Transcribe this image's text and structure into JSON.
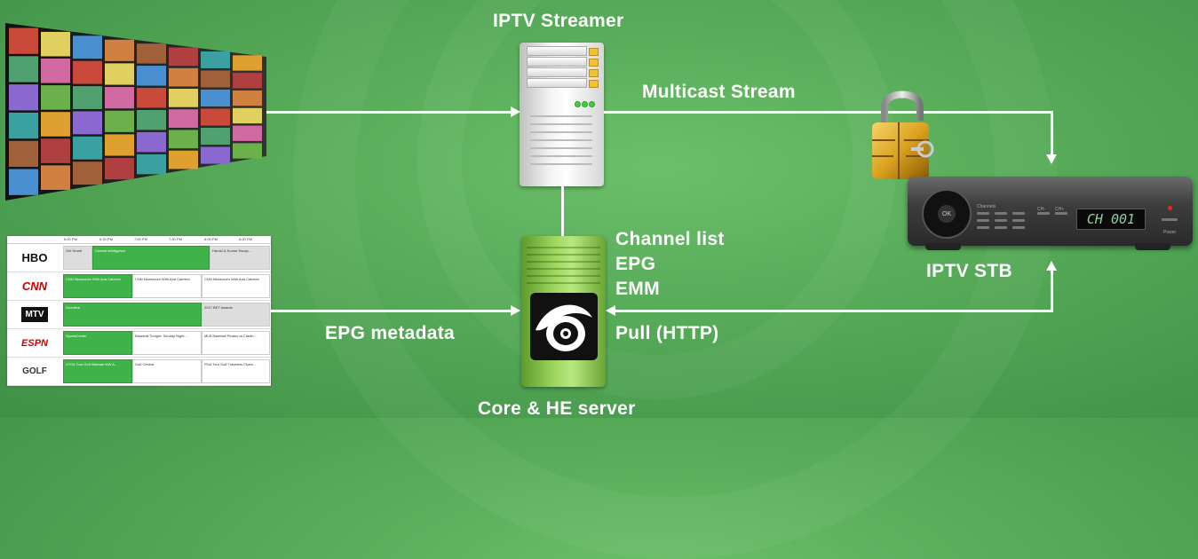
{
  "labels": {
    "streamer": "IPTV Streamer",
    "multicast": "Multicast Stream",
    "channel_list": "Channel list",
    "epg": "EPG",
    "emm": "EMM",
    "epg_metadata": "EPG metadata",
    "pull": "Pull (HTTP)",
    "stb": "IPTV STB",
    "core": "Core & HE server"
  },
  "epg_grid": {
    "times": [
      "6:00 PM",
      "6:30 PM",
      "7:00 PM",
      "7:30 PM",
      "8:00 PM",
      "8:30 PM"
    ],
    "channels": [
      {
        "logo": "HBO",
        "programs": [
          "Get Smart",
          "Central Intelligence",
          "Harold & Kumar Escap..."
        ]
      },
      {
        "logo": "CNN",
        "programs": [
          "CNN Newsroom With Ana Cabrera",
          "CNN Newsroom With Ana Cabrera",
          "CNN Newsroom With Ana Cabrera"
        ]
      },
      {
        "logo": "MTV",
        "programs": [
          "Drumline",
          "2017 BET Awards"
        ]
      },
      {
        "logo": "ESPN",
        "programs": [
          "SportsCenter",
          "Baseball Tonight: Sunday Night...",
          "MLB Baseball Pirates at Cardin..."
        ]
      },
      {
        "logo": "GOLF",
        "programs": [
          "LPGA Tour Golf Walmart NW A...",
          "Golf Central",
          "PGA Tour Golf Travelers Cham..."
        ]
      }
    ]
  },
  "stb": {
    "display": "CH 001",
    "ok": "OK",
    "channels_label": "Channels",
    "ch_minus": "CH-",
    "ch_plus": "CH+",
    "power": "Power"
  },
  "colors": {
    "background": "#55a957",
    "epg_cell": "#3fb24a",
    "core_server": "#9fd860"
  }
}
